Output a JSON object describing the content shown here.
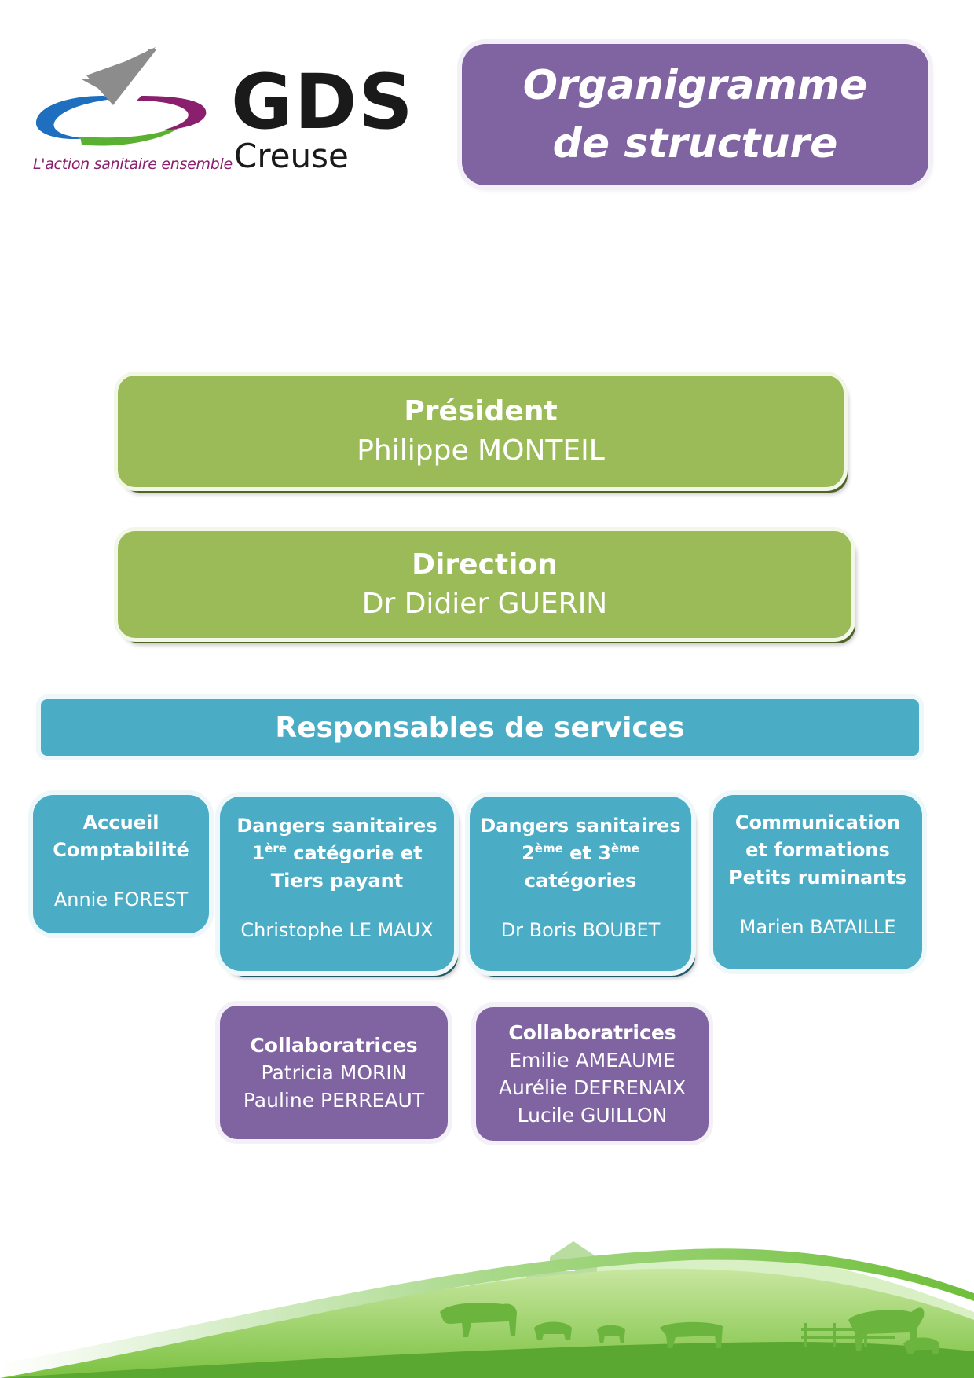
{
  "logo": {
    "brand": "GDS",
    "region": "Creuse",
    "tagline": "L'action sanitaire ensemble",
    "colors": {
      "blue": "#1f6fc1",
      "purple": "#8a1f6e",
      "green": "#5ab031",
      "gray": "#8c8c8c"
    }
  },
  "title": {
    "line1": "Organigramme",
    "line2": "de structure"
  },
  "president": {
    "role": "Président",
    "name": "Philippe MONTEIL"
  },
  "direction": {
    "role": "Direction",
    "name": "Dr Didier GUERIN"
  },
  "services_header": "Responsables de services",
  "services": {
    "accueil": {
      "line1": "Accueil",
      "line2": "Comptabilité",
      "name": "Annie FOREST"
    },
    "cat1": {
      "line1": "Dangers sanitaires",
      "num": "1",
      "sup": "ère",
      "line2_rest": " catégorie et",
      "line3": "Tiers payant",
      "name": "Christophe LE MAUX"
    },
    "cat23": {
      "line1": "Dangers sanitaires",
      "num1": "2",
      "sup1": "ème",
      "mid": " et 3",
      "sup2": "ème",
      "line3": "catégories",
      "name": "Dr Boris BOUBET"
    },
    "comm": {
      "line1": "Communication",
      "line2": "et formations",
      "line3": "Petits ruminants",
      "name": "Marien BATAILLE"
    }
  },
  "collaboratrices": [
    {
      "title": "Collaboratrices",
      "names": [
        "Patricia MORIN",
        "Pauline PERREAUT"
      ]
    },
    {
      "title": "Collaboratrices",
      "names": [
        "Emilie AMEAUME",
        "Aurélie DEFRENAIX",
        "Lucile GUILLON"
      ]
    }
  ],
  "colors": {
    "purple": "#8064a2",
    "green": "#9bbb59",
    "blue": "#4bacc6",
    "dark_green_shadow": "#4f6228"
  }
}
